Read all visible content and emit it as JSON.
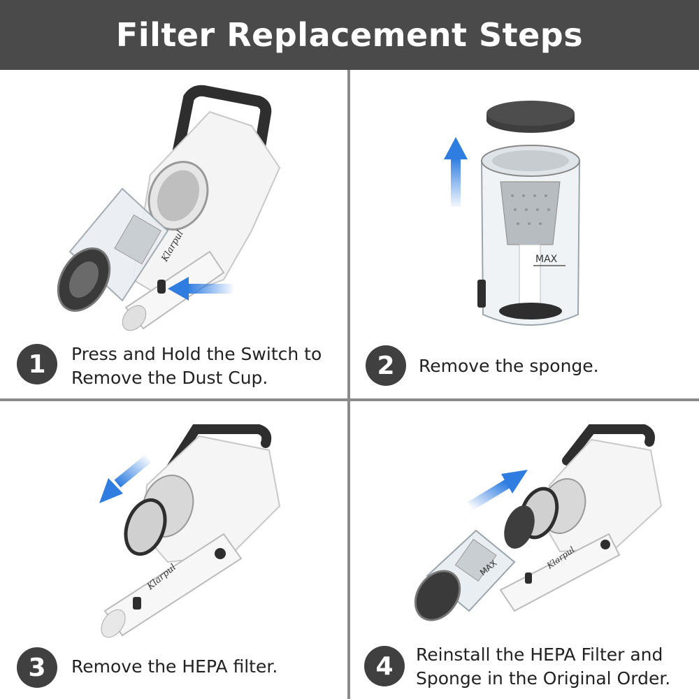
{
  "header": {
    "title": "Filter Replacement Steps"
  },
  "brand": "Klarpul",
  "max_label": "MAX",
  "colors": {
    "header_bg": "#4a4a4a",
    "badge_bg": "#404040",
    "arrow": "#2f7de1",
    "divider": "#8a8a8a"
  },
  "steps": [
    {
      "number": "1",
      "text": "Press and Hold the Switch to\nRemove the Dust Cup."
    },
    {
      "number": "2",
      "text": "Remove the sponge."
    },
    {
      "number": "3",
      "text": "Remove the HEPA filter."
    },
    {
      "number": "4",
      "text": "Reinstall the HEPA Filter and\nSponge in the Original Order."
    }
  ]
}
